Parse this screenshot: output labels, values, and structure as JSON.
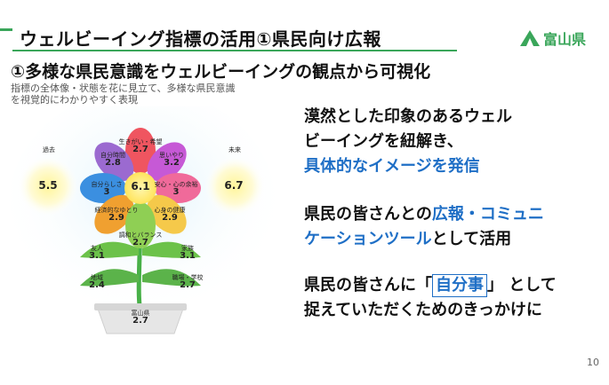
{
  "header": {
    "title": "ウェルビーイング指標の活用①県民向け広報",
    "logo_text": "富山県",
    "accent_color": "#3aa65a"
  },
  "subtitle": "①多様な県民意識をウェルビーイングの観点から可視化",
  "description": {
    "line1": "指標の全体像・状態を花に見立て、多様な県民意識",
    "line2": "を視覚的にわかりやすく表現"
  },
  "flower": {
    "past": {
      "label": "過去",
      "value": "5.5"
    },
    "future": {
      "label": "未来",
      "value": "6.7"
    },
    "center": {
      "value": "6.1"
    },
    "petals": [
      {
        "name": "生きがい・希望",
        "value": "2.7"
      },
      {
        "name": "自分時間",
        "value": "2.8"
      },
      {
        "name": "思いやり",
        "value": "3.2"
      },
      {
        "name": "自分らしさ",
        "value": "3"
      },
      {
        "name": "安心・心の余裕",
        "value": "3"
      },
      {
        "name": "経済的なゆとり",
        "value": "2.9"
      },
      {
        "name": "心身の健康",
        "value": "2.9"
      },
      {
        "name": "調和とバランス",
        "value": "2.7"
      }
    ],
    "leaves": [
      {
        "name": "友人",
        "value": "3.1"
      },
      {
        "name": "家族",
        "value": "3.1"
      },
      {
        "name": "地域",
        "value": "2.4"
      },
      {
        "name": "職場・学校",
        "value": "2.7"
      }
    ],
    "pot": {
      "name": "富山県",
      "value": "2.7"
    }
  },
  "message": {
    "p1_line1": "漠然とした印象のあるウェル",
    "p1_line2": "ビーイングを紐解き、",
    "p1_line3": "具体的なイメージを発信",
    "p2_line1_a": "県民の皆さんとの",
    "p2_line1_b": "広報・コミュニ",
    "p2_line2_a": "ケーションツール",
    "p2_line2_b": "として活用",
    "p3_line1_a": "県民の皆さんに「",
    "p3_line1_b": "自分事",
    "p3_line1_c": "」 として",
    "p3_line2": "捉えていただくためのきっかけに",
    "highlight_color": "#1f6fc6"
  },
  "page_number": "10"
}
